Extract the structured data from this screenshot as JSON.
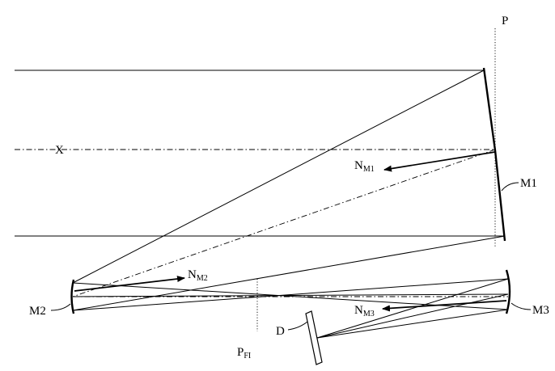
{
  "labels": {
    "p": "P",
    "x": "X",
    "m1": "M1",
    "m2": "M2",
    "m3": "M3",
    "d": "D",
    "n_m1": {
      "main": "N",
      "sub": "M1"
    },
    "n_m2": {
      "main": "N",
      "sub": "M2"
    },
    "n_m3": {
      "main": "N",
      "sub": "M3"
    },
    "p_fi": {
      "main": "P",
      "sub": "FI"
    }
  },
  "colors": {
    "ink": "#000000",
    "background": "#ffffff"
  }
}
